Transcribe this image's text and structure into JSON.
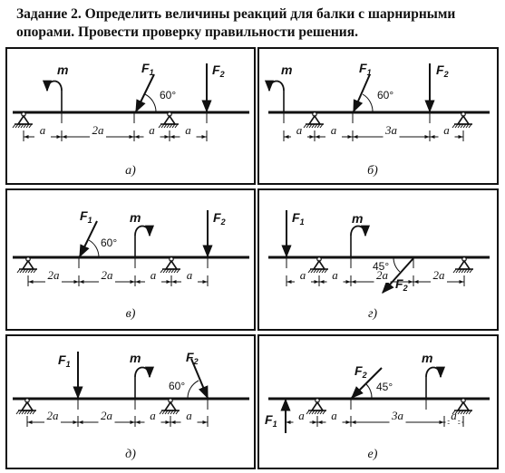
{
  "task": {
    "lead": "Задание 2.",
    "text": "Определить величины реакций для балки с шарнирными опорами. Провести проверку правильности решения."
  },
  "panels": [
    {
      "caption": "а)",
      "forces": [
        {
          "label": "m",
          "kind": "moment"
        },
        {
          "label": "F",
          "sub": "1",
          "kind": "force",
          "angle": "60°"
        },
        {
          "label": "F",
          "sub": "2",
          "kind": "force"
        }
      ],
      "spans": [
        "a",
        "2a",
        "a",
        "a"
      ]
    },
    {
      "caption": "б)",
      "forces": [
        {
          "label": "m",
          "kind": "moment"
        },
        {
          "label": "F",
          "sub": "1",
          "kind": "force",
          "angle": "60°"
        },
        {
          "label": "F",
          "sub": "2",
          "kind": "force"
        }
      ],
      "spans": [
        "a",
        "a",
        "3a",
        "a"
      ]
    },
    {
      "caption": "в)",
      "forces": [
        {
          "label": "F",
          "sub": "1",
          "kind": "force",
          "angle": "60°"
        },
        {
          "label": "m",
          "kind": "moment"
        },
        {
          "label": "F",
          "sub": "2",
          "kind": "force"
        }
      ],
      "spans": [
        "2a",
        "2a",
        "a",
        "a"
      ]
    },
    {
      "caption": "г)",
      "forces": [
        {
          "label": "F",
          "sub": "1",
          "kind": "force"
        },
        {
          "label": "m",
          "kind": "moment"
        },
        {
          "label": "F",
          "sub": "2",
          "kind": "force",
          "angle": "45°"
        }
      ],
      "spans": [
        "a",
        "a",
        "2a",
        "2a"
      ]
    },
    {
      "caption": "д)",
      "forces": [
        {
          "label": "F",
          "sub": "1",
          "kind": "force"
        },
        {
          "label": "m",
          "kind": "moment"
        },
        {
          "label": "F",
          "sub": "2",
          "kind": "force",
          "angle": "60°"
        }
      ],
      "spans": [
        "2a",
        "2a",
        "a",
        "a"
      ]
    },
    {
      "caption": "е)",
      "forces": [
        {
          "label": "F",
          "sub": "1",
          "kind": "force"
        },
        {
          "label": "F",
          "sub": "2",
          "kind": "force",
          "angle": "45°"
        },
        {
          "label": "m",
          "kind": "moment"
        }
      ],
      "spans": [
        "a",
        "a",
        "3a",
        "a"
      ]
    }
  ]
}
